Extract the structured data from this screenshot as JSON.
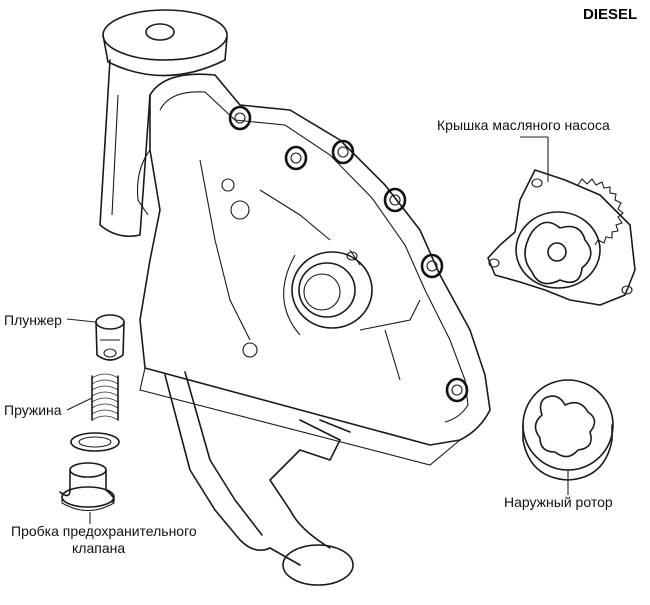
{
  "header": {
    "variant": "DIESEL"
  },
  "labels": {
    "cover": "Крышка масляного насоса",
    "plunger": "Плунжер",
    "spring": "Пружина",
    "outer_rotor": "Наружный ротор",
    "plug_line1": "Пробка предохранительного",
    "plug_line2": "клапана"
  },
  "colors": {
    "ink": "#1a1a1a",
    "paper": "#ffffff"
  }
}
